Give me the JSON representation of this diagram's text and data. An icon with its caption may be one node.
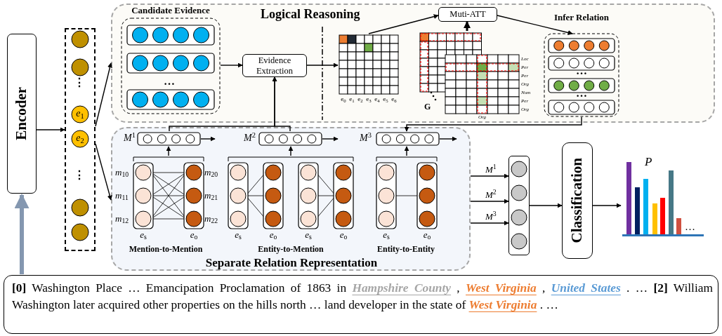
{
  "diagram": {
    "nodes": [
      {
        "text": [
          "Encoder"
        ]
      },
      {
        "text": [
          "*e*$_{1}$",
          "*e*$_{2}$"
        ]
      },
      {
        "text": [
          "Logical Reasoning"
        ]
      },
      {
        "text": [
          "Candidate Evidence"
        ],
        "in": 2
      },
      {
        "text": [
          "Evidence Extraction"
        ],
        "in": 2
      },
      {
        "text": [
          "e$_{0}$",
          "e$_{1}$",
          "e$_{2}$",
          "e$_{3}$",
          "e$_{4}$",
          "e$_{5}$",
          "e$_{6}$"
        ],
        "in": 2
      },
      {
        "text": [
          "Muti-ATT"
        ],
        "in": 2
      },
      {
        "text": [
          "Loc",
          "Per",
          "Per",
          "Org",
          "Num",
          "Per",
          "Org",
          "Org",
          "G"
        ],
        "in": 2
      },
      {
        "text": [
          "Infer Relation"
        ],
        "in": 2
      },
      {
        "text": [
          "Separate Relation Representation"
        ]
      },
      {
        "text": [
          "*M*$^{1}$"
        ],
        "in": 9
      },
      {
        "text": [
          "*M*$^{2}$"
        ],
        "in": 9
      },
      {
        "text": [
          "*M*$^{3}$"
        ],
        "in": 9
      },
      {
        "text": [
          "*m*$_{10}$",
          "*m*$_{11}$",
          "*m*$_{12}$",
          "*m*$_{20}$",
          "*m*$_{21}$",
          "*m*$_{22}$",
          "*e*$_{s}$",
          "*e*$_{o}$",
          "Mention-to-Mention"
        ],
        "in": 9
      },
      {
        "text": [
          "*e*$_{s}$",
          "*e*$_{o}$",
          "*e*$_{s}$",
          "*e*$_{o}$",
          "Entity-to-Mention"
        ],
        "in": 9
      },
      {
        "text": [
          "*e*$_{s}$",
          "*e*$_{o}$",
          "Entity-to-Entity"
        ],
        "in": 9
      },
      {
        "text": [],
        "shape": "box"
      },
      {
        "text": [
          "Classification"
        ]
      },
      {
        "text": [
          "P",
          "…"
        ]
      },
      {
        "text": [
          "**[0]** Washington Place … Emancipation Proclamation of 1863 in *Hampshire County* , *West Virginia* , *United States* . … **[2]** William Washington later acquired other properties on the hills north … land developer in the state of *West Virginia* . …"
        ]
      }
    ],
    "edges": [
      {
        "from": 19,
        "to": 0,
        "arrow": "to",
        "style": "thick",
        "color": "#8497b0"
      },
      {
        "from": 0,
        "to": 1,
        "arrow": "to"
      },
      {
        "from": 1,
        "to": 2,
        "arrow": "to"
      },
      {
        "from": 1,
        "to": 9,
        "arrow": "to"
      },
      {
        "from": 3,
        "to": 4,
        "arrow": "to"
      },
      {
        "from": 4,
        "to": 5,
        "arrow": "to"
      },
      {
        "from": 5,
        "to": 6,
        "arrow": "to"
      },
      {
        "from": 7,
        "to": 6,
        "arrow": "to",
        "style": "thick"
      },
      {
        "from": 6,
        "to": 8,
        "arrow": "to"
      },
      {
        "from": 8,
        "to": 12,
        "arrow": "to"
      },
      {
        "from": 10,
        "to": 4,
        "arrow": "to"
      },
      {
        "from": 11,
        "to": 4,
        "arrow": "to"
      },
      {
        "from": 13,
        "to": 10,
        "arrow": "to"
      },
      {
        "from": 14,
        "to": 11,
        "arrow": "to"
      },
      {
        "from": 15,
        "to": 12,
        "arrow": "to"
      },
      {
        "from": 10,
        "to": null,
        "arrow": "to"
      },
      {
        "from": 11,
        "to": null,
        "arrow": "to"
      },
      {
        "from": 12,
        "to": null,
        "arrow": "to"
      },
      {
        "from": 9,
        "to": 16,
        "arrow": "to",
        "label": "*M*$^{1}$"
      },
      {
        "from": 9,
        "to": 16,
        "arrow": "to",
        "label": "*M*$^{2}$"
      },
      {
        "from": 9,
        "to": 16,
        "arrow": "to",
        "label": "*M*$^{3}$"
      },
      {
        "from": 16,
        "to": 17,
        "arrow": "to"
      },
      {
        "from": 17,
        "to": 18,
        "arrow": "to"
      }
    ],
    "labels": [
      "⋮",
      "⋮",
      "…",
      "…",
      "…"
    ]
  }
}
